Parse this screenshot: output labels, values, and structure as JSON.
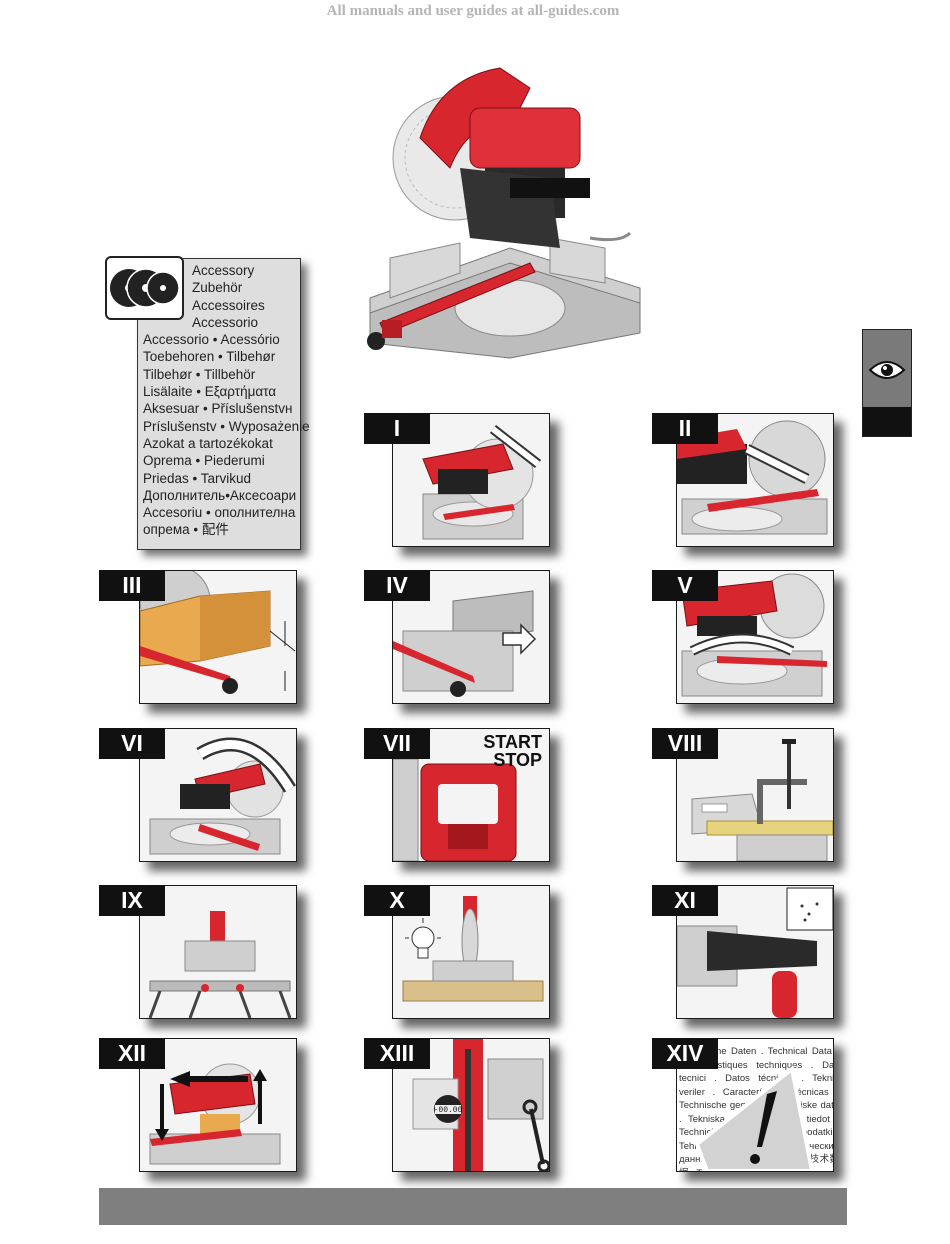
{
  "watermark": "All manuals and user guides at all-guides.com",
  "accessory": {
    "lines": [
      "Accessory",
      "Zubehör",
      "Accessoires",
      "Accessorio"
    ],
    "multilang": [
      "Accessorio • Acessório",
      "Toebehoren • Tilbehør",
      "Tilbehør • Tillbehör",
      "Lisälaite • Εξαρτήματα",
      "Aksesuar • Příslušenstvн",
      "Príslušenstv • Wyposażenie",
      "Azokat a tartozékokat",
      "Oprema • Piederumi",
      "Priedas • Tarvikud",
      "Дополнитель•Аксесоари",
      "Accesoriu • ополнителна",
      "опрема • 配件"
    ]
  },
  "panels": {
    "p1": "I",
    "p2": "II",
    "p3": "III",
    "p4": "IV",
    "p5": "V",
    "p6": "VI",
    "p7": "VII",
    "p8": "VIII",
    "p9": "IX",
    "p10": "X",
    "p11": "XI",
    "p12": "XII",
    "p13": "XIII",
    "p14": "XIV"
  },
  "start_stop": [
    "START",
    "STOP"
  ],
  "tech_text": "Technische Daten . Technical Data . Caractéristiques techniques . Dati tecnici . Datos técnicos . Teknik veriler . Características técnicas . Technische gegevens . Tekniske data . Tekniska data . Tekniset tiedot . Technické podaci . Tehnični podatki . Tehnilised andmed . Технические данные . Технически данни . 技术数据 . Technische gegevens",
  "clamp_display": "-00.00",
  "colors": {
    "accent_red": "#d7262e",
    "label_black": "#111111",
    "bar_grey": "#7f7f7f",
    "acc_bg": "#dedede"
  },
  "icons": [
    "saw-blades-icon",
    "eye-icon",
    "warning-exclamation-icon",
    "light-bulb-icon",
    "wrench-icon"
  ]
}
